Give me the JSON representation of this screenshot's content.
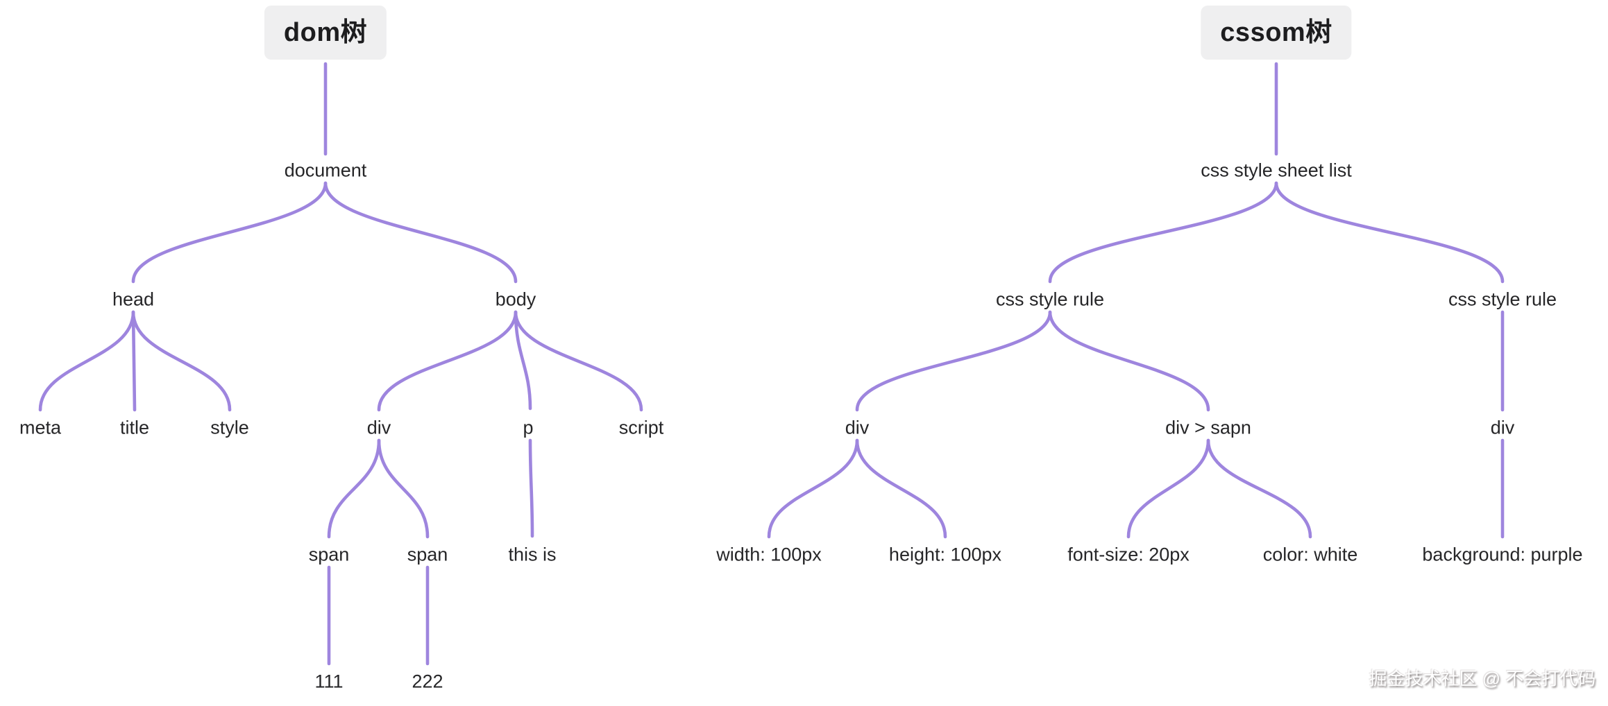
{
  "colors": {
    "edge": "#9e85de",
    "title_bg": "#efeff0",
    "title_text": "#1d1d1f",
    "node_text": "#262628",
    "watermark_text": "#ffffff"
  },
  "dom_tree": {
    "title": "dom树",
    "nodes": {
      "document": "document",
      "head": "head",
      "body": "body",
      "meta": "meta",
      "title": "title",
      "style": "style",
      "div": "div",
      "p": "p",
      "script": "script",
      "span_1": "span",
      "span_2": "span",
      "this_is": "this is",
      "text_111": "111",
      "text_222": "222"
    }
  },
  "cssom_tree": {
    "title": "cssom树",
    "nodes": {
      "sheet_list": "css style sheet list",
      "rule_1": "css style rule",
      "rule_2": "css style rule",
      "div_1": "div",
      "div_sapn": "div > sapn",
      "div_2": "div",
      "width": "width: 100px",
      "height": "height: 100px",
      "font_size": "font-size: 20px",
      "color": "color: white",
      "background": "background: purple"
    }
  },
  "watermark": "掘金技术社区 @ 不会打代码"
}
